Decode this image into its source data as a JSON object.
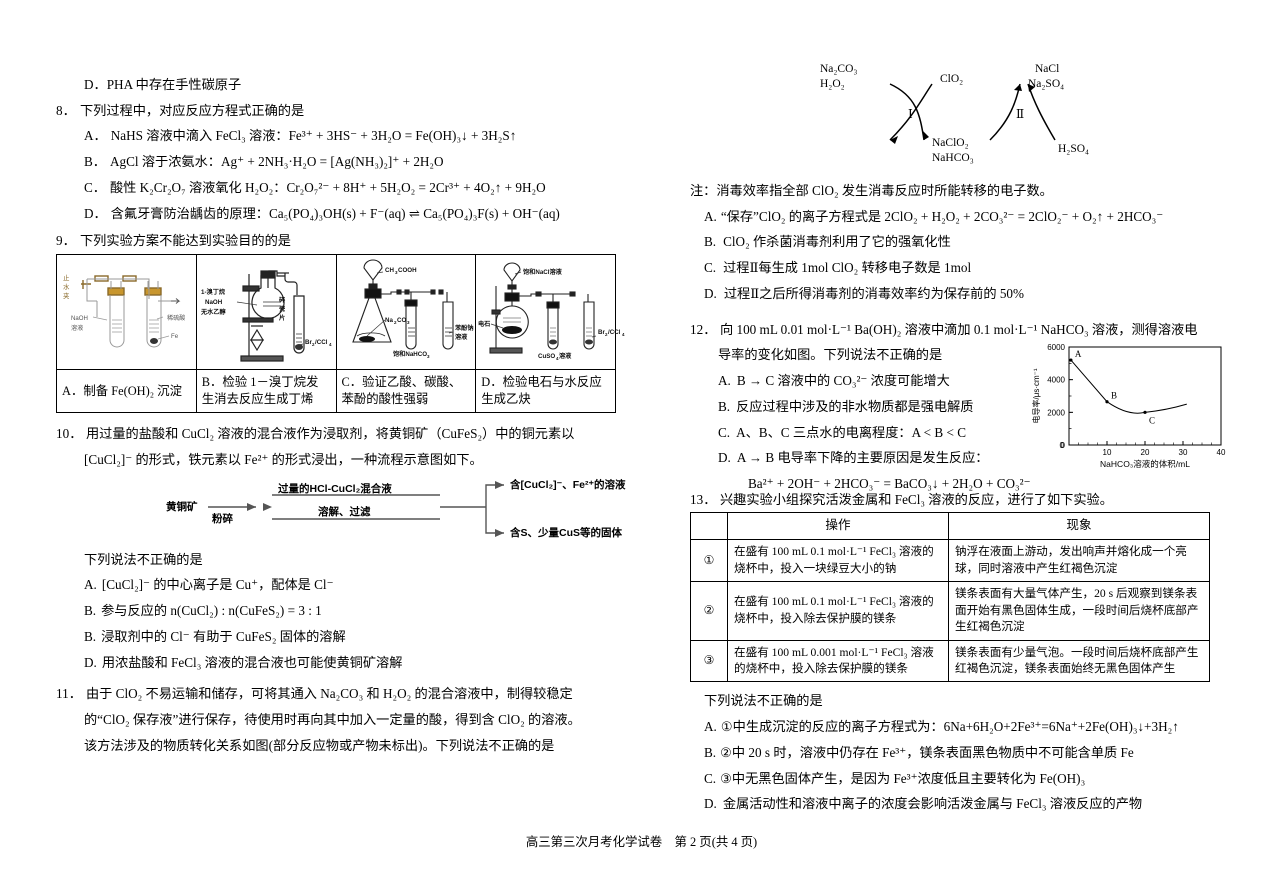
{
  "document": {
    "footer": "高三第三次月考化学试卷　第 2 页(共 4 页)"
  },
  "left_column": {
    "q7_last_option": "D．PHA 中存在手性碳原子",
    "q8": {
      "number": "8．",
      "stem": "下列过程中，对应反应方程式正确的是",
      "options": [
        {
          "label": "A．",
          "text": "NaHS 溶液中滴入 FeCl₃ 溶液：Fe³⁺ + 3HS⁻ + 3H₂O = Fe(OH)₃↓ + 3H₂S↑"
        },
        {
          "label": "B．",
          "text": "AgCl 溶于浓氨水：Ag⁺ + 2NH₃·H₂O = [Ag(NH₃)₂]⁺ + 2H₂O"
        },
        {
          "label": "C．",
          "text": "酸性 K₂Cr₂O₇ 溶液氧化 H₂O₂：Cr₂O₇²⁻ + 8H⁺ + 5H₂O₂ = 2Cr³⁺ + 4O₂↑ + 9H₂O"
        },
        {
          "label": "D．",
          "text": "含氟牙膏防治龋齿的原理：Ca₅(PO₄)₃OH(s) + F⁻(aq) ⇌ Ca₅(PO₄)₃F(s) + OH⁻(aq)"
        }
      ]
    },
    "q9": {
      "number": "9．",
      "stem": "下列实验方案不能达到实验目的的是",
      "cells": [
        {
          "caption": "A．制备 Fe(OH)₂ 沉淀",
          "figure_labels": [
            "止水夹",
            "NaOH 溶液",
            "稀硫酸",
            "Fe"
          ]
        },
        {
          "caption": "B．检验 1－溴丁烷发生消去反应生成丁烯",
          "figure_labels": [
            "1-溴丁烷",
            "NaOH",
            "无水乙醇",
            "碎瓷片",
            "Br₂/CCl₄"
          ]
        },
        {
          "caption": "C．验证乙酸、碳酸、苯酚的酸性强弱",
          "figure_labels": [
            "CH₃COOH",
            "Na₂CO₃",
            "饱和NaHCO₃",
            "苯酚钠溶液"
          ]
        },
        {
          "caption": "D．检验电石与水反应生成乙炔",
          "figure_labels": [
            "饱和NaCl溶液",
            "电石",
            "CuSO₄溶液",
            "Br₂/CCl₄"
          ]
        }
      ]
    },
    "q10": {
      "number": "10．",
      "stem_line1": "用过量的盐酸和 CuCl₂ 溶液的混合液作为浸取剂，将黄铜矿（CuFeS₂）中的铜元素以",
      "stem_line2": "[CuCl₂]⁻ 的形式，铁元素以 Fe²⁺ 的形式浸出，一种流程示意图如下。",
      "flow": {
        "input": "黄铜矿",
        "step1": "粉碎",
        "step2_top": "过量的HCl-CuCl₂混合液",
        "step2_bottom": "溶解、过滤",
        "output_top": "含[CuCl₂]⁻、Fe²⁺的溶液",
        "output_bottom": "含S、少量CuS等的固体"
      },
      "prompt": "下列说法不正确的是",
      "options": [
        {
          "label": "A.",
          "text": "[CuCl₂]⁻ 的中心离子是 Cu⁺，配体是 Cl⁻"
        },
        {
          "label": "B.",
          "text": "参与反应的 n(CuCl₂) : n(CuFeS₂) = 3 : 1"
        },
        {
          "label": "B.",
          "text": "浸取剂中的 Cl⁻ 有助于 CuFeS₂ 固体的溶解"
        },
        {
          "label": "D.",
          "text": "用浓盐酸和 FeCl₃ 溶液的混合液也可能使黄铜矿溶解"
        }
      ]
    },
    "q11": {
      "number": "11．",
      "stem_line1": "由于 ClO₂ 不易运输和储存，可将其通入 Na₂CO₃ 和 H₂O₂ 的混合溶液中，制得较稳定",
      "stem_line2": "的“ClO₂ 保存液”进行保存，待使用时再向其中加入一定量的酸，得到含 ClO₂ 的溶液。",
      "stem_line3": "该方法涉及的物质转化关系如图(部分反应物或产物未标出)。下列说法不正确的是"
    }
  },
  "right_column": {
    "q11_cycle": {
      "top_left": "Na₂CO₃",
      "top_left2": "H₂O₂",
      "center_top": "ClO₂",
      "top_right": "NaCl",
      "top_right2": "Na₂SO₄",
      "cycle1": "Ⅰ",
      "cycle2": "Ⅱ",
      "bottom_center": "NaClO₂",
      "bottom_center2": "NaHCO₃",
      "bottom_right": "H₂SO₄"
    },
    "q11_note": "注：消毒效率指全部 ClO₂ 发生消毒反应时所能转移的电子数。",
    "q11_options": [
      {
        "label": "A.",
        "text": "“保存”ClO₂ 的离子方程式是 2ClO₂ + H₂O₂ + 2CO₃²⁻ = 2ClO₂⁻ + O₂↑ + 2HCO₃⁻"
      },
      {
        "label": "B.",
        "text": "ClO₂ 作杀菌消毒剂利用了它的强氧化性"
      },
      {
        "label": "C.",
        "text": "过程Ⅱ每生成 1mol ClO₂ 转移电子数是 1mol"
      },
      {
        "label": "D.",
        "text": "过程Ⅱ之后所得消毒剂的消毒效率约为保存前的 50%"
      }
    ],
    "q12": {
      "number": "12．",
      "stem_line1": "向 100 mL 0.01 mol·L⁻¹ Ba(OH)₂ 溶液中滴加 0.1 mol·L⁻¹ NaHCO₃ 溶液，测得溶液电",
      "stem_line2": "导率的变化如图。下列说法不正确的是",
      "options": [
        {
          "label": "A.",
          "text": "B → C 溶液中的 CO₃²⁻ 浓度可能增大"
        },
        {
          "label": "B.",
          "text": "反应过程中涉及的非水物质都是强电解质"
        },
        {
          "label": "C.",
          "text": "A、B、C 三点水的电离程度：A < B < C"
        },
        {
          "label": "D.",
          "text": "A → B 电导率下降的主要原因是发生反应："
        }
      ],
      "equation": "Ba²⁺ + 2OH⁻ + 2HCO₃⁻ = BaCO₃↓ + 2H₂O + CO₃²⁻"
    },
    "q13": {
      "number": "13．",
      "stem": "兴趣实验小组探究活泼金属和 FeCl₃ 溶液的反应，进行了如下实验。",
      "table": {
        "headers": [
          "",
          "操作",
          "现象"
        ],
        "rows": [
          {
            "no": "①",
            "operation": "在盛有 100 mL 0.1 mol·L⁻¹ FeCl₃ 溶液的烧杯中，投入一块绿豆大小的钠",
            "phenomenon": "钠浮在液面上游动，发出响声并熔化成一个亮球，同时溶液中产生红褐色沉淀"
          },
          {
            "no": "②",
            "operation": "在盛有 100 mL 0.1 mol·L⁻¹ FeCl₃ 溶液的烧杯中，投入除去保护膜的镁条",
            "phenomenon": "镁条表面有大量气体产生，20 s 后观察到镁条表面开始有黑色固体生成，一段时间后烧杯底部产生红褐色沉淀"
          },
          {
            "no": "③",
            "operation": "在盛有 100 mL 0.001 mol·L⁻¹ FeCl₃ 溶液的烧杯中，投入除去保护膜的镁条",
            "phenomenon": "镁条表面有少量气泡。一段时间后烧杯底部产生红褐色沉淀，镁条表面始终无黑色固体产生"
          }
        ]
      },
      "prompt": "下列说法不正确的是",
      "options": [
        {
          "label": "A.",
          "text": "①中生成沉淀的反应的离子方程式为：6Na+6H₂O+2Fe³⁺=6Na⁺+2Fe(OH)₃↓+3H₂↑"
        },
        {
          "label": "B.",
          "text": "②中 20 s 时，溶液中仍存在 Fe³⁺，镁条表面黑色物质中不可能含单质 Fe"
        },
        {
          "label": "C.",
          "text": "③中无黑色固体产生，是因为 Fe³⁺浓度低且主要转化为 Fe(OH)₃"
        },
        {
          "label": "D.",
          "text": "金属活动性和溶液中离子的浓度会影响活泼金属与 FeCl₃ 溶液反应的产物"
        }
      ]
    }
  },
  "chart_data": {
    "type": "line",
    "title": "",
    "xlabel": "NaHCO₃溶液的体积/mL",
    "ylabel": "电导率/μs·cm⁻¹",
    "xlim": [
      0,
      40
    ],
    "ylim": [
      0,
      6000
    ],
    "xticks": [
      0,
      10,
      20,
      30,
      40
    ],
    "yticks": [
      0,
      2000,
      4000,
      6000
    ],
    "grid": false,
    "legend": "none",
    "x": [
      0.5,
      10,
      20,
      31
    ],
    "y": [
      5200,
      2650,
      2000,
      2500
    ],
    "annotations": [
      {
        "label": "A",
        "x": 0.5,
        "y": 5200
      },
      {
        "label": "B",
        "x": 10,
        "y": 2650
      },
      {
        "label": "C",
        "x": 20,
        "y": 2000
      }
    ]
  }
}
